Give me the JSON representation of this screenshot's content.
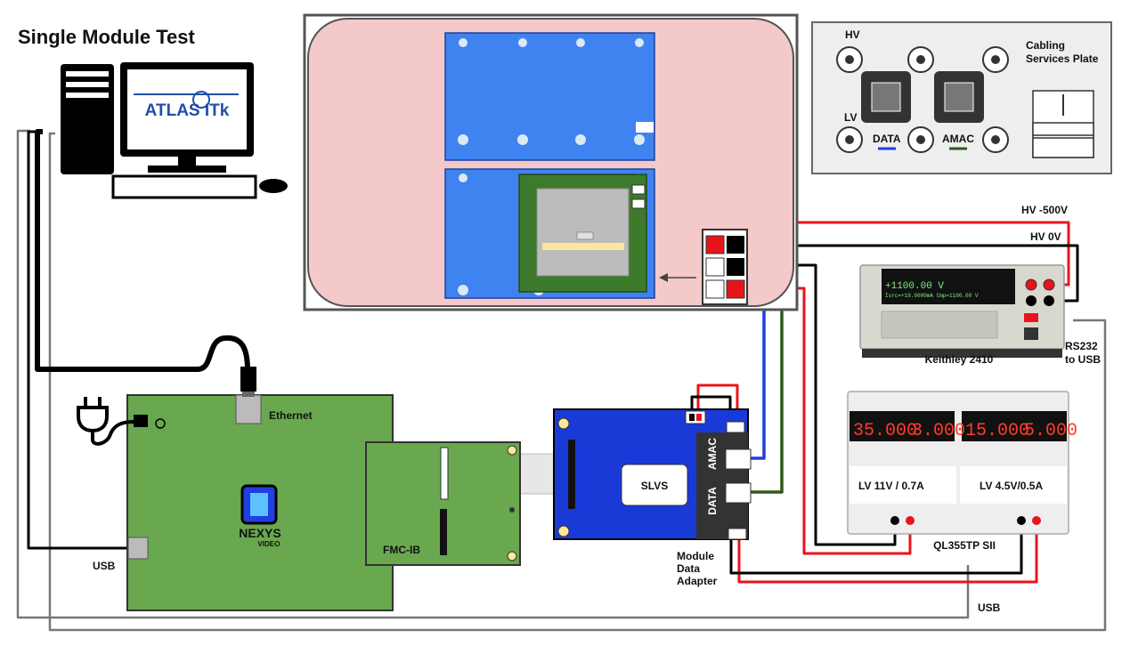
{
  "title": "Single Module Test",
  "logo": {
    "text": "ATLAS ITk"
  },
  "cabling_plate": {
    "title_line1": "Cabling",
    "title_line2": "Services Plate",
    "hv": "HV",
    "lv": "LV",
    "data": "DATA",
    "amac": "AMAC"
  },
  "hv_labels": {
    "neg": "HV -500V",
    "zero": "HV 0V"
  },
  "keithley": {
    "label": "Keithley 2410",
    "display_main": "+1100.00 V",
    "display_sub": "Isrc=+10.0000mA  Cmp=1100.00 V"
  },
  "rs232": {
    "line1": "RS232",
    "line2": "to USB"
  },
  "psu": {
    "label": "QL355TP SII",
    "ch1_label": "LV 11V / 0.7A",
    "ch2_label": "LV 4.5V/0.5A",
    "ch1_v": "35.000",
    "ch1_a": "3.000",
    "ch2_v": "15.000",
    "ch2_a": "5.000"
  },
  "nexys": {
    "ethernet": "Ethernet",
    "usb": "USB",
    "brand": "NEXYS",
    "sub": "VIDEO",
    "fmc": "FMC-IB"
  },
  "adapter": {
    "slvs": "SLVS",
    "amac": "AMAC",
    "data": "DATA",
    "label_line1": "Module",
    "label_line2": "Data",
    "label_line3": "Adapter"
  },
  "usb_bottom": "USB",
  "colors": {
    "hv_red": "#e8141c",
    "data_blue": "#1f3fe0",
    "amac_green": "#2f5a1c",
    "cable_black": "#000000",
    "cable_gray": "#777777",
    "board_green": "#6aa84f",
    "stave_blue": "#3f83f0",
    "box_pink": "#f3c9c9",
    "adapter_blue": "#1a3ad8"
  }
}
